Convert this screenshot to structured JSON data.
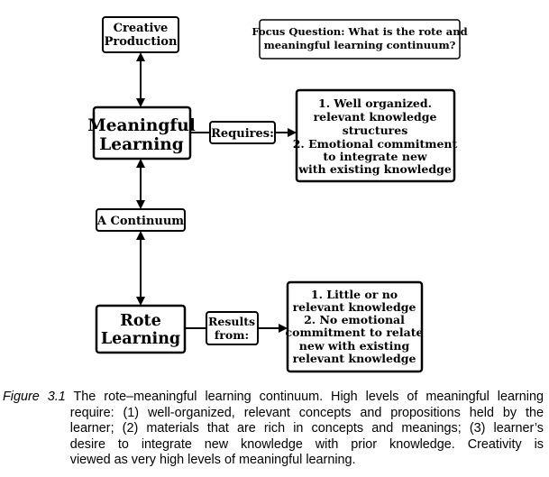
{
  "nodes": {
    "creative_production": [
      "Creative",
      "Production"
    ],
    "focus_question": [
      "Focus Question: What is the rote and",
      "meaningful learning continuum?"
    ],
    "meaningful_learning": [
      "Meaningful",
      "Learning"
    ],
    "requires": "Requires:",
    "requirements": [
      "1. Well organized.",
      "relevant  knowledge",
      "structures",
      "2. Emotional commitment",
      "to integrate new",
      "with existing knowledge"
    ],
    "continuum": "A Continuum",
    "rote_learning": [
      "Rote",
      "Learning"
    ],
    "results_from": [
      "Results",
      "from:"
    ],
    "results": [
      "1. Little or no",
      "relevant knowledge",
      "2. No emotional",
      "commitment to relate",
      "new with existing",
      "relevant knowledge"
    ]
  },
  "caption": {
    "label": "Figure 3.1",
    "lines": [
      "The rote–meaningful learning continuum. High levels of meaningful learning",
      "require: (1) well-organized, relevant concepts and propositions held by the",
      "learner; (2) materials that are rich in concepts and meanings; (3) learner’s",
      "desire to integrate new knowledge with prior knowledge. Creativity is",
      "viewed as very high levels of meaningful learning."
    ]
  }
}
